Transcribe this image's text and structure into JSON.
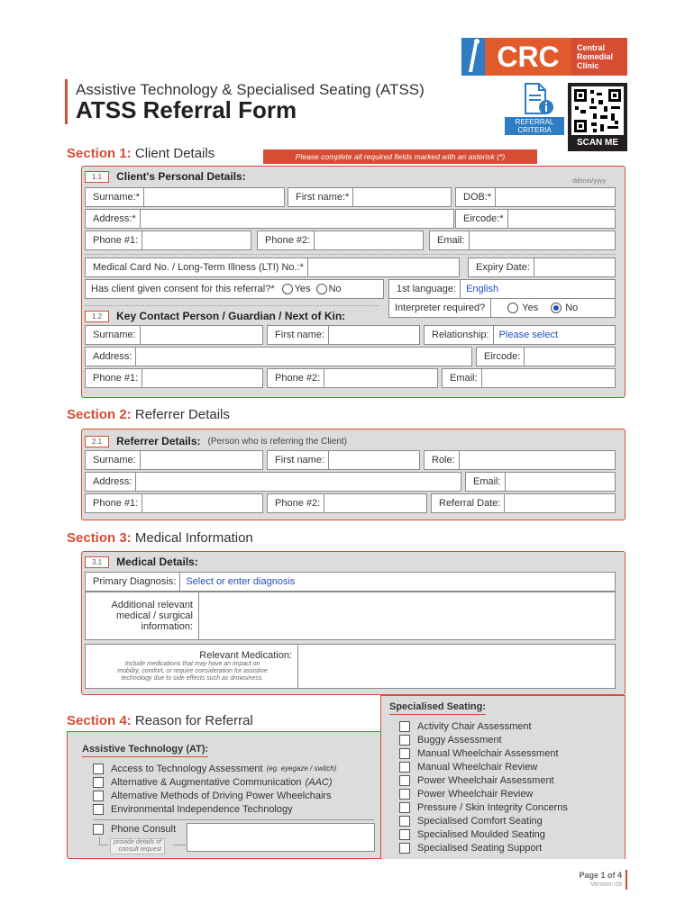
{
  "header": {
    "subtitle": "Assistive Technology & Specialised Seating (ATSS)",
    "title": "ATSS Referral Form",
    "logo_text": "CRC",
    "logo_org": [
      "Central",
      "Remedial",
      "Clinic"
    ],
    "referral_criteria": [
      "REFERRAL",
      "CRITERIA"
    ],
    "scan_me": "SCAN ME"
  },
  "section1": {
    "num": "Section 1:",
    "title": "Client Details",
    "banner": "Please complete all required fields marked with an asterisk (*)",
    "sub11_num": "1.1",
    "sub11_title": "Client's Personal Details:",
    "date_hint": "dd/mm/yyyy",
    "surname": "Surname:*",
    "first_name": "First name:*",
    "dob": "DOB:*",
    "address": "Address:*",
    "eircode": "Eircode:*",
    "phone1": "Phone #1:",
    "phone2": "Phone #2:",
    "email": "Email:",
    "medical_card": "Medical Card No. / Long-Term Illness (LTI) No.:*",
    "expiry": "Expiry Date:",
    "consent": "Has client given consent for this referral?*",
    "yes": "Yes",
    "no": "No",
    "first_language": "1st language:",
    "first_language_value": "English",
    "interpreter": "Interpreter required?",
    "sub12_num": "1.2",
    "sub12_title": "Key Contact Person / Guardian / Next of Kin:",
    "k_surname": "Surname:",
    "k_first_name": "First name:",
    "relationship": "Relationship:",
    "relationship_value": "Please select",
    "k_address": "Address:",
    "k_eircode": "Eircode:",
    "k_phone1": "Phone #1:",
    "k_phone2": "Phone #2:",
    "k_email": "Email:"
  },
  "section2": {
    "num": "Section 2:",
    "title": "Referrer Details",
    "sub_num": "2.1",
    "sub_title": "Referrer Details:",
    "sub_note": "(Person who is referring the Client)",
    "surname": "Surname:",
    "first_name": "First name:",
    "role": "Role:",
    "address": "Address:",
    "email": "Email:",
    "phone1": "Phone #1:",
    "phone2": "Phone #2:",
    "referral_date": "Referral Date:"
  },
  "section3": {
    "num": "Section 3:",
    "title": "Medical Information",
    "sub_num": "3.1",
    "sub_title": "Medical Details:",
    "primary_diagnosis": "Primary Diagnosis:",
    "primary_diagnosis_value": "Select or enter diagnosis",
    "additional": [
      "Additional relevant",
      "medical / surgical",
      "information:"
    ],
    "relevant_medication": "Relevant Medication:",
    "medication_note": [
      "Include medications that may have an impact on",
      "mobility, comfort, or require consideration for assistive",
      "technology due to side effects such as drowsiness."
    ]
  },
  "section4": {
    "num": "Section 4:",
    "title": "Reason for Referral",
    "at_title": "Assistive Technology (AT):",
    "at_items": [
      {
        "label": "Access to Technology Assessment",
        "note": "(eg. eyegaze / switch)"
      },
      {
        "label": "Alternative & Augmentative Communication",
        "note": "(AAC)"
      },
      {
        "label": "Alternative Methods of Driving Power Wheelchairs",
        "note": ""
      },
      {
        "label": "Environmental Independence Technology",
        "note": ""
      }
    ],
    "phone_consult": "Phone Consult",
    "consult_note": [
      "provide details of",
      "consult request"
    ],
    "seating_title": "Specialised Seating:",
    "seating_items": [
      "Activity Chair Assessment",
      "Buggy Assessment",
      "Manual Wheelchair Assessment",
      "Manual Wheelchair Review",
      "Power Wheelchair Assessment",
      "Power Wheelchair Review",
      "Pressure / Skin Integrity Concerns",
      "Specialised Comfort Seating",
      "Specialised Moulded Seating",
      "Specialised Seating Support"
    ]
  },
  "footer": {
    "page": "Page 1 of 4",
    "version": "Version: 09"
  }
}
